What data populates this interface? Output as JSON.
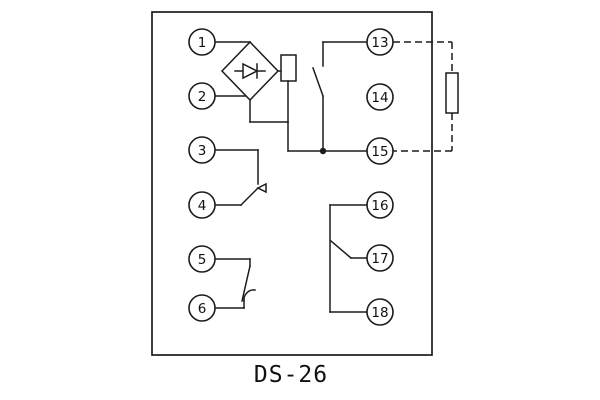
{
  "title": "DS-26",
  "colors": {
    "line": "#1c1c1c",
    "background": "#ffffff"
  },
  "terminals": {
    "left": [
      "1",
      "2",
      "3",
      "4",
      "5",
      "6"
    ],
    "right": [
      "13",
      "14",
      "15",
      "16",
      "17",
      "18"
    ]
  },
  "components": {
    "bridge_rectifier": "diamond bridge with diode symbol, fed from terminals 1 and 2",
    "relay_coil": "small vertical rectangle at right of bridge",
    "output_contact_13_15": "normally-open contact between terminals 13 and 15 with junction dot on line to 15",
    "external_resistor": "dashed external branch from 13 through vertical resistor down to 15",
    "contact_3_4": "contact with hollow arrow tip between terminals 3 and 4",
    "contact_5_6": "time-delay contact with small arc between terminals 5 and 6",
    "contact_16_17_18": "changeover contact: vertical bar joining 16 and 18, blade from 17"
  }
}
